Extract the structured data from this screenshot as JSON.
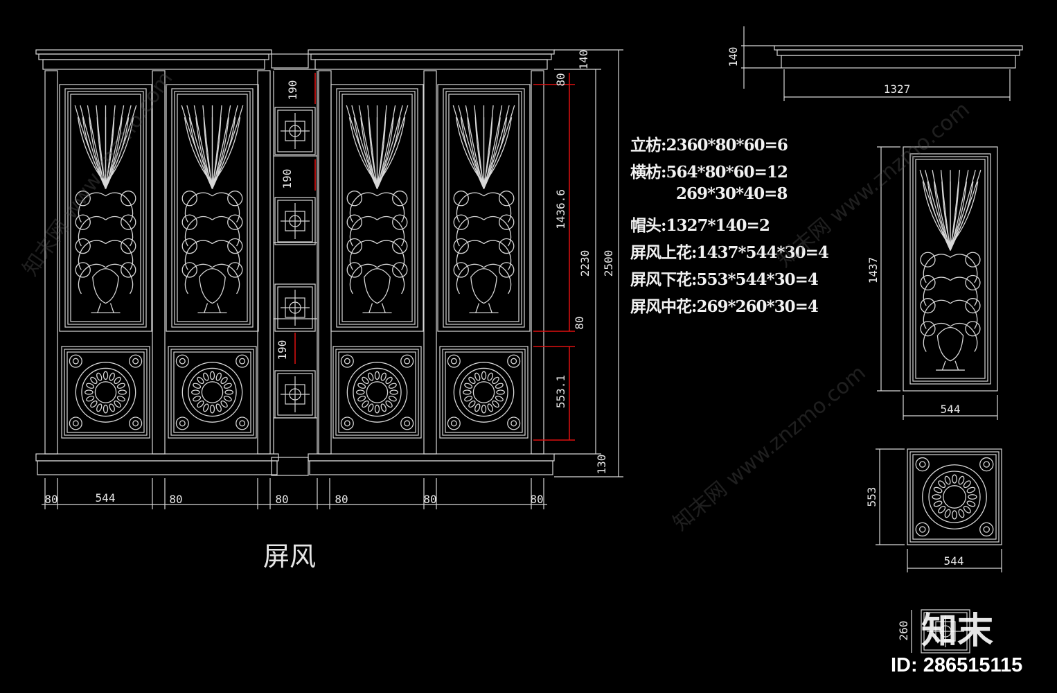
{
  "title": "屏风",
  "specs": [
    {
      "label": "立枋:",
      "value": "2360*80*60=6"
    },
    {
      "label": "横枋:",
      "value": "564*80*60=12"
    },
    {
      "label": "",
      "value": "269*30*40=8"
    },
    {
      "label": "帽头:",
      "value": "1327*140=2"
    },
    {
      "label": "屏风上花:",
      "value": "1437*544*30=4"
    },
    {
      "label": "屏风下花:",
      "value": "553*544*30=4"
    },
    {
      "label": "屏风中花:",
      "value": "269*260*30=4"
    }
  ],
  "dimensions": {
    "bottom_544": "544",
    "bottom_80": "80",
    "middle_190": "190",
    "h_140": "140",
    "h_80": "80",
    "h_1436": "1436.6",
    "h_2230": "2230",
    "h_2500": "2500",
    "h_553": "553.1",
    "h_130": "130",
    "cap_140": "140",
    "cap_1327": "1327",
    "upper_1437": "1437",
    "upper_544": "544",
    "lower_553": "553",
    "lower_544": "544",
    "mid_260": "260"
  },
  "watermark": {
    "text": "知末网 www.znzmo.com",
    "logo": "知末",
    "id": "ID: 286515115"
  },
  "colors": {
    "background": "#000000",
    "lines": "#d8d8d8",
    "dim_red": "#e01010"
  }
}
